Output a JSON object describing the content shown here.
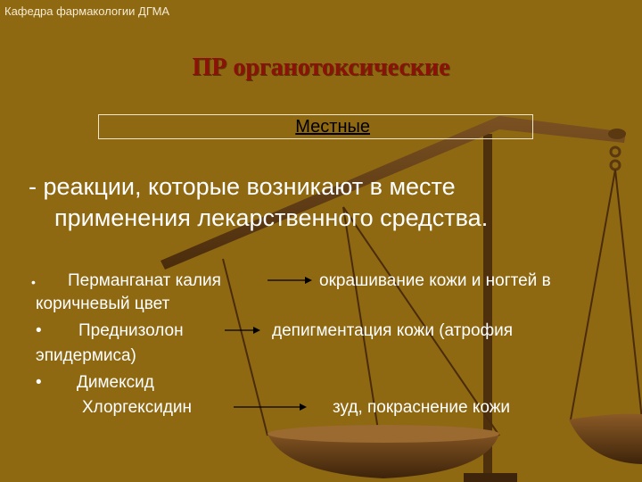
{
  "header": {
    "text": "Кафедра фармакологии ДГМА"
  },
  "title": "ПР органотоксические",
  "subtitle": "Местные",
  "definition": {
    "line1": "- реакции, которые возникают в месте",
    "line2": "применения лекарственного средства."
  },
  "bullet_char": "•",
  "items": [
    {
      "drug": "Перманганат калия",
      "effect": "окрашивание кожи и ногтей в",
      "continuation": "коричневый цвет"
    },
    {
      "drug": "Преднизолон",
      "effect": "депигментация кожи (атрофия",
      "continuation": "эпидермиса)"
    },
    {
      "drug": "Димексид"
    },
    {
      "drug": "Хлоргексидин",
      "effect": "зуд, покраснение кожи"
    }
  ],
  "colors": {
    "background": "#8f6812",
    "title": "#8a1208",
    "text": "#ffffff",
    "scales": "#5e3a10"
  },
  "decoration": "balance-scales"
}
